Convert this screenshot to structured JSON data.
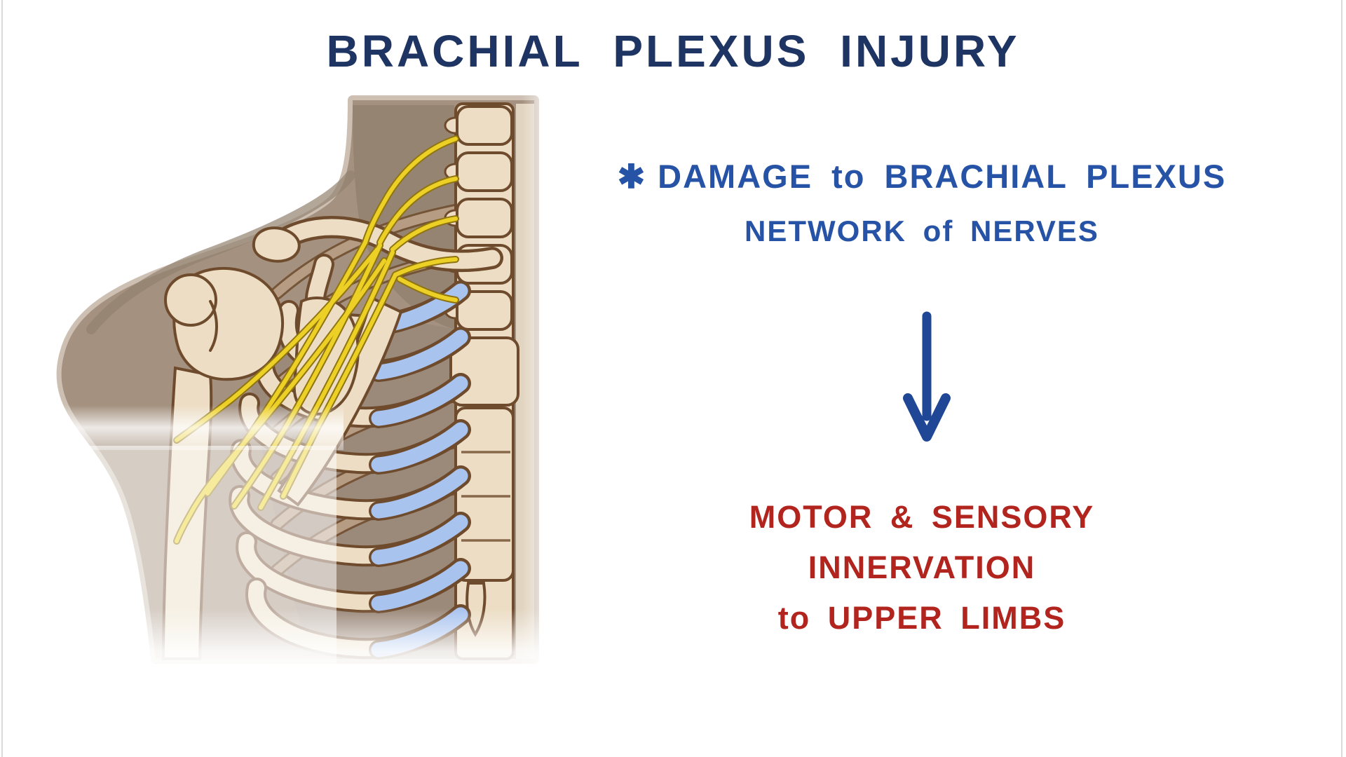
{
  "title": {
    "text": "BRACHIAL PLEXUS INJURY"
  },
  "definition": {
    "bullet": "✱",
    "line1": "DAMAGE to BRACHIAL PLEXUS",
    "line2": "NETWORK of NERVES"
  },
  "arrow": {
    "direction": "down"
  },
  "consequence": {
    "lines": [
      "MOTOR & SENSORY",
      "INNERVATION",
      "to UPPER LIMBS"
    ]
  },
  "illustration": {
    "name": "brachial-plexus-anatomy",
    "description": "Left shoulder, upper rib cage, sternum and cervical spine with yellow brachial plexus nerves passing under the clavicle toward the arm",
    "colors": {
      "skin": "#a4917f",
      "skin_edge": "#cdc0b3",
      "skin_shadow": "#93816f",
      "interior_shadow": "#9a887a",
      "bone": "#ecddc4",
      "bone_shadow": "#d9c3a8",
      "bone_outline": "#6f4b2d",
      "rib_back": "#b59c82",
      "cartilage": "#a9c3ef",
      "nerve": "#ecd026",
      "nerve_outline": "#8f7410",
      "side_strip": "#e8dbc8"
    }
  },
  "colors": {
    "title": "#1e3462",
    "definition": "#2653a6",
    "arrow": "#1f4795",
    "consequence": "#b2241e",
    "edge": "#d5d3d1"
  }
}
